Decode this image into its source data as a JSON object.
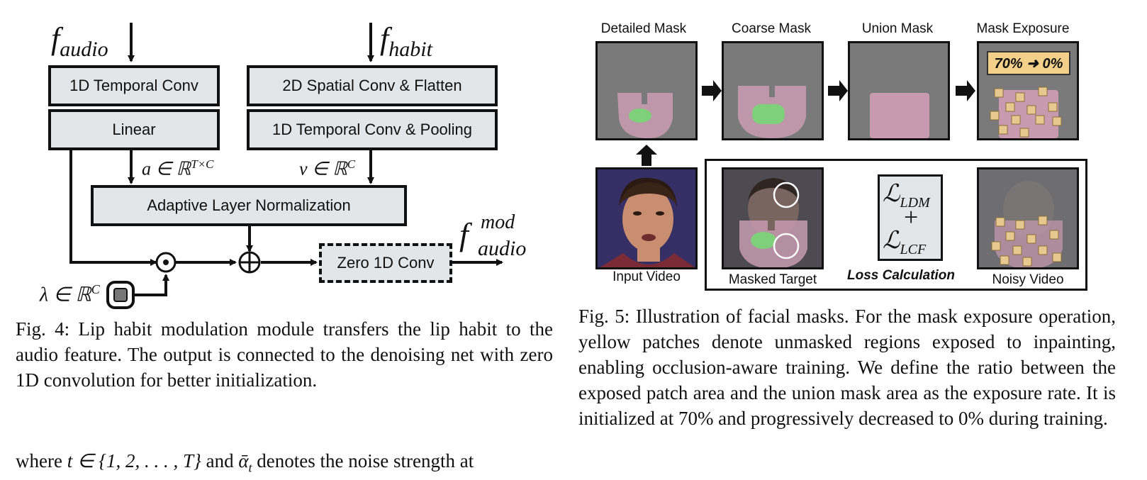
{
  "fig4": {
    "f_audio": "f",
    "f_audio_sub": "audio",
    "f_habit": "f",
    "f_habit_sub": "habit",
    "temporal_conv": "1D Temporal Conv",
    "linear": "Linear",
    "spatial_conv": "2D Spatial Conv & Flatten",
    "temporal_pool": "1D Temporal Conv & Pooling",
    "a_label": "a ∈ ℝ",
    "a_sup": "T×C",
    "v_label": "v ∈ ℝ",
    "v_sup": "C",
    "adaln": "Adaptive Layer Normalization",
    "zero_conv": "Zero 1D Conv",
    "out_f": "f",
    "out_sup": "mod",
    "out_sub": "audio",
    "lambda_label": "λ ∈ ℝ",
    "lambda_sup": "C",
    "caption": "Fig. 4: Lip habit modulation module transfers the lip habit to the audio feature. The output is connected to the denoising net with zero 1D convolution for better initialization."
  },
  "body_text": {
    "prefix": "where ",
    "t_set": "t ∈ {1, 2, . . . , T}",
    "middle": " and ",
    "alpha": "ᾱ",
    "alpha_sub": "t",
    "suffix": " denotes the noise strength at"
  },
  "fig5": {
    "top_labels": [
      "Detailed Mask",
      "Coarse Mask",
      "Union Mask",
      "Mask Exposure"
    ],
    "exposure_badge": "70% ➜ 0%",
    "input_video": "Input Video",
    "masked_target": "Masked Target",
    "loss_calc": "Loss Calculation",
    "noisy_video": "Noisy Video",
    "loss_ldm": "LDM",
    "loss_lcf": "LCF",
    "loss_plus": "+",
    "loss_symbol": "ℒ",
    "caption": "Fig. 5: Illustration of facial masks. For the mask exposure operation, yellow patches denote unmasked regions exposed to inpainting, enabling occlusion-aware training. We define the ratio between the exposed patch area and the union mask area as the exposure rate. It is initialized at 70% and progressively decreased to 0% during training."
  },
  "colors": {
    "box_fill": "#e3e6e8",
    "mask_pink": "#c79ab0",
    "mask_green": "#7fd07a",
    "patch_yellow": "#e7c98f",
    "badge_fill": "#f2d089"
  }
}
